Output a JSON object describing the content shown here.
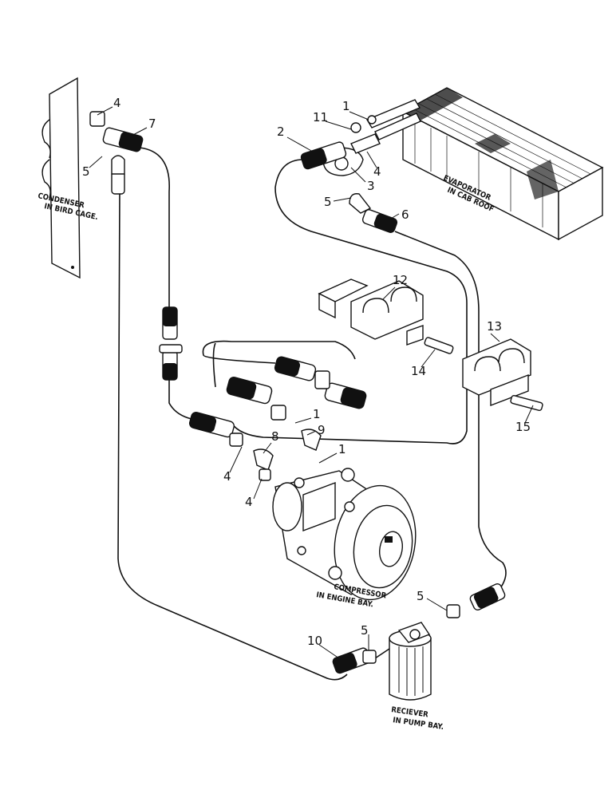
{
  "callouts": {
    "c1a": "1",
    "c2": "2",
    "c11": "11",
    "c4a": "4",
    "c3": "3",
    "c5a": "5",
    "c6": "6",
    "c4b": "4",
    "c7": "7",
    "c5b": "5",
    "c12": "12",
    "c13": "13",
    "c14": "14",
    "c15": "15",
    "c1b": "1",
    "c9": "9",
    "c8": "8",
    "c1c": "1",
    "c4c": "4",
    "c4d": "4",
    "c5c": "5",
    "c5d": "5",
    "c10": "10"
  },
  "captions": {
    "condenser_1": "CONDENSER",
    "condenser_2": "IN BIRD CAGE.",
    "evaporator_1": "EVAPORATOR",
    "evaporator_2": "IN CAB ROOF",
    "compressor_1": "COMPRESSOR",
    "compressor_2": "IN ENGINE BAY.",
    "receiver_1": "RECIEVER",
    "receiver_2": "IN PUMP BAY."
  }
}
